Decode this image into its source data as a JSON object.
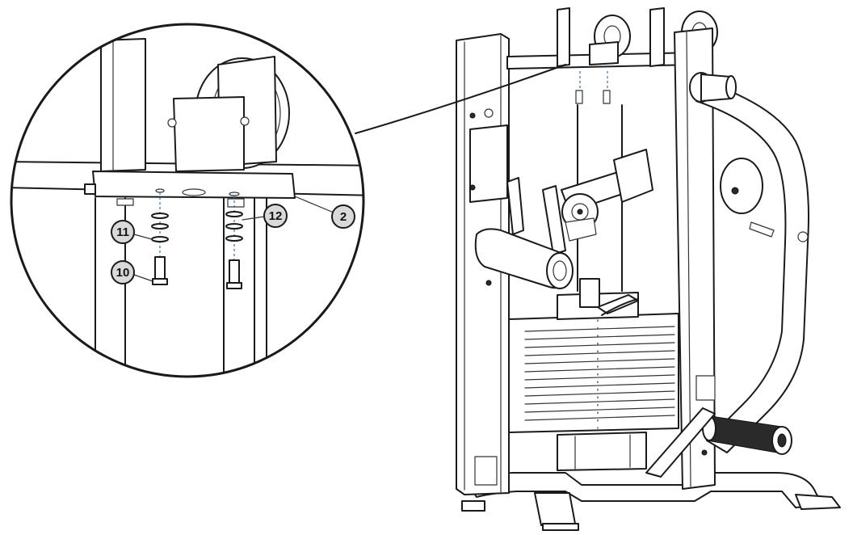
{
  "callouts": {
    "c2": "2",
    "c10": "10",
    "c11": "11",
    "c12": "12"
  },
  "colors": {
    "line": "#1a1a1a",
    "callout_fill": "#d9d9d9",
    "guide_dash": "#3b6fb0",
    "background": "#ffffff"
  }
}
